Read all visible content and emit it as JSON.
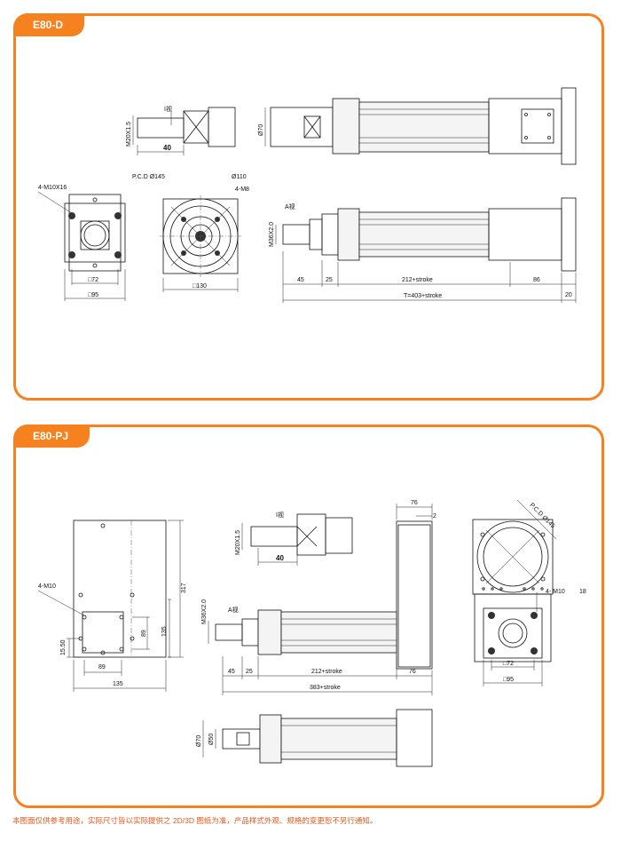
{
  "section1": {
    "title": "E80-D",
    "shaft": {
      "thread": "M20X1.5",
      "view": "I视",
      "length": "40"
    },
    "side_top": {
      "dia": "Ø70"
    },
    "flange": {
      "holes": "4-M10X16",
      "sq_inner": "□72",
      "sq_outer": "□95"
    },
    "round": {
      "pcd": "P.C.D Ø145",
      "dia": "Ø110",
      "holes": "4-M8",
      "size": "□130"
    },
    "side_bottom": {
      "thread": "M36X2.0",
      "view": "A视",
      "d45": "45",
      "d25": "25",
      "d212": "212+stroke",
      "d86": "86",
      "d20": "20",
      "total": "T=403+stroke"
    }
  },
  "section2": {
    "title": "E80-PJ",
    "plate": {
      "holes": "4-M10",
      "d317": "317",
      "d135v": "135",
      "d89v": "89",
      "d1550": "15.50",
      "d89h": "89",
      "d135h": "135"
    },
    "shaft": {
      "thread": "M20X1.5",
      "view": "I视",
      "length": "40"
    },
    "side": {
      "thread": "M36X2.0",
      "view": "A视",
      "d76top": "76",
      "d2": "2",
      "d45": "45",
      "d25": "25",
      "d212": "212+stroke",
      "d76": "76",
      "total": "383+stroke"
    },
    "right": {
      "pcd": "P.C.D Ø145",
      "holes": "4- M10",
      "depth": "18",
      "sq_inner": "□72",
      "sq_outer": "□95"
    },
    "bottom": {
      "d70": "Ø70",
      "d50": "Ø50"
    }
  },
  "footer": "本图面仅供参考用途，实际尺寸皆以实际提供之 2D/3D 图纸为准，产品样式外观、规格的变更恕不另行通知。",
  "colors": {
    "accent": "#f5821f",
    "footer": "#e8571c"
  }
}
